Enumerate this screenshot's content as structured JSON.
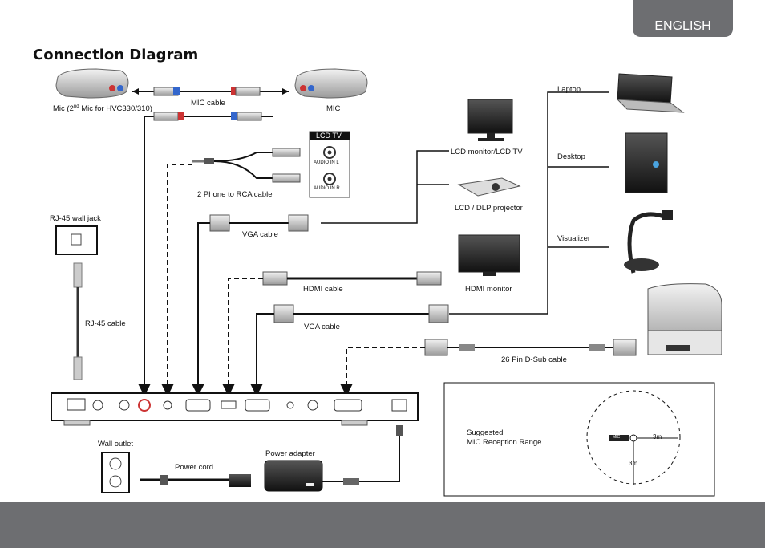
{
  "header": {
    "language_tab": "ENGLISH",
    "title": "Connection Diagram"
  },
  "labels": {
    "mic_left_prefix": "Mic (2",
    "mic_left_sup": "nd",
    "mic_left_suffix": " Mic for HVC330/310)",
    "mic_right": "MIC",
    "mic_cable": "MIC cable",
    "phone_rca_cable": "2 Phone to RCA cable",
    "lcd_tv_box_title": "LCD TV",
    "audio_in_l": "AUDIO IN L",
    "audio_in_r": "AUDIO IN R",
    "rj45_wall_jack": "RJ-45 wall jack",
    "rj45_cable": "RJ-45 cable",
    "vga_cable_1": "VGA cable",
    "vga_cable_2": "VGA cable",
    "hdmi_cable": "HDMI cable",
    "hdmi_monitor": "HDMI monitor",
    "lcd_monitor": "LCD monitor/LCD TV",
    "lcd_projector": "LCD / DLP projector",
    "laptop": "Laptop",
    "desktop": "Desktop",
    "visualizer": "Visualizer",
    "dsub_cable": "26 Pin D-Sub cable",
    "wall_outlet": "Wall outlet",
    "power_cord": "Power cord",
    "power_adapter": "Power adapter",
    "suggested_line1": "Suggested",
    "suggested_line2": "MIC Reception Range",
    "range_x": "3m",
    "range_y": "3m",
    "mic_tag": "MIC"
  }
}
